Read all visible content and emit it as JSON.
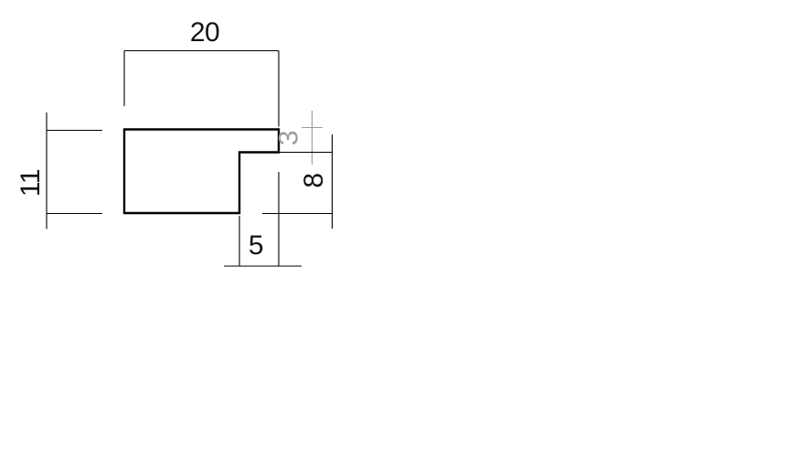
{
  "drawing": {
    "dimensions": {
      "overall_width": "20",
      "overall_height": "11",
      "top_flange_thickness": "3",
      "notch_height": "8",
      "notch_width": "5"
    },
    "colors": {
      "line_color": "#000000",
      "reference_dimension_color": "#9b9b9b",
      "background": "#ffffff"
    }
  }
}
